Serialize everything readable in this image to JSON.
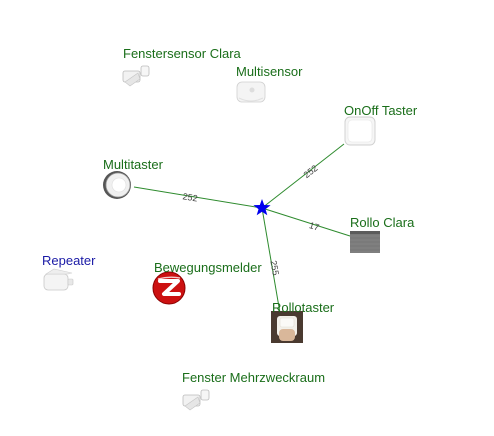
{
  "colors": {
    "edge": "#2e8b2e",
    "label_green": "#1a6e1a",
    "label_blue": "#1a1aa6",
    "coordinator": "#0000ee",
    "zigbee_red": "#cc1111"
  },
  "coordinator": {
    "icon": "star-icon"
  },
  "nodes": [
    {
      "id": "fenstersensor-clara",
      "label": "Fenstersensor Clara",
      "icon": "window-sensor-icon"
    },
    {
      "id": "multisensor",
      "label": "Multisensor",
      "icon": "motion-sensor-icon"
    },
    {
      "id": "onoff-taster",
      "label": "OnOff Taster",
      "icon": "square-button-icon"
    },
    {
      "id": "multitaster",
      "label": "Multitaster",
      "icon": "round-dial-icon"
    },
    {
      "id": "rollo-clara",
      "label": "Rollo Clara",
      "icon": "roller-blind-icon"
    },
    {
      "id": "repeater",
      "label": "Repeater",
      "icon": "repeater-plug-icon"
    },
    {
      "id": "bewegungsmelder",
      "label": "Bewegungsmelder",
      "icon": "zigbee-logo-icon"
    },
    {
      "id": "rollotaster",
      "label": "Rollotaster",
      "icon": "wall-switch-photo-icon"
    },
    {
      "id": "fenster-mehrzweckraum",
      "label": "Fenster Mehrzweckraum",
      "icon": "window-sensor-icon"
    }
  ],
  "edges": [
    {
      "to": "onoff-taster",
      "lqi": "252"
    },
    {
      "to": "multitaster",
      "lqi": "252"
    },
    {
      "to": "rollo-clara",
      "lqi": "17"
    },
    {
      "to": "rollotaster",
      "lqi": "255"
    }
  ]
}
